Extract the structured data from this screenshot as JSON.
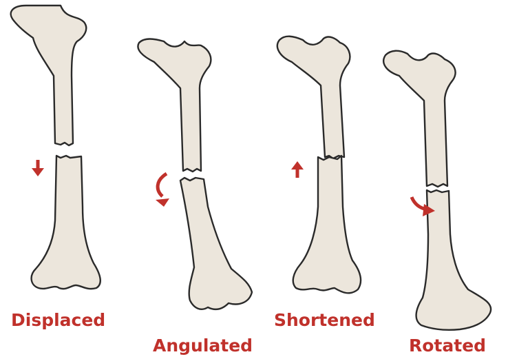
{
  "accent_color": "#c0312b",
  "bone_fill": "#ece6dc",
  "outline_color": "#2a2a2a",
  "fracture_types": [
    {
      "label": "Displaced",
      "arrow": "down-arrow"
    },
    {
      "label": "Angulated",
      "arrow": "curved-down-arrow"
    },
    {
      "label": "Shortened",
      "arrow": "up-arrow"
    },
    {
      "label": "Rotated",
      "arrow": "curved-rotation-arrow"
    }
  ]
}
